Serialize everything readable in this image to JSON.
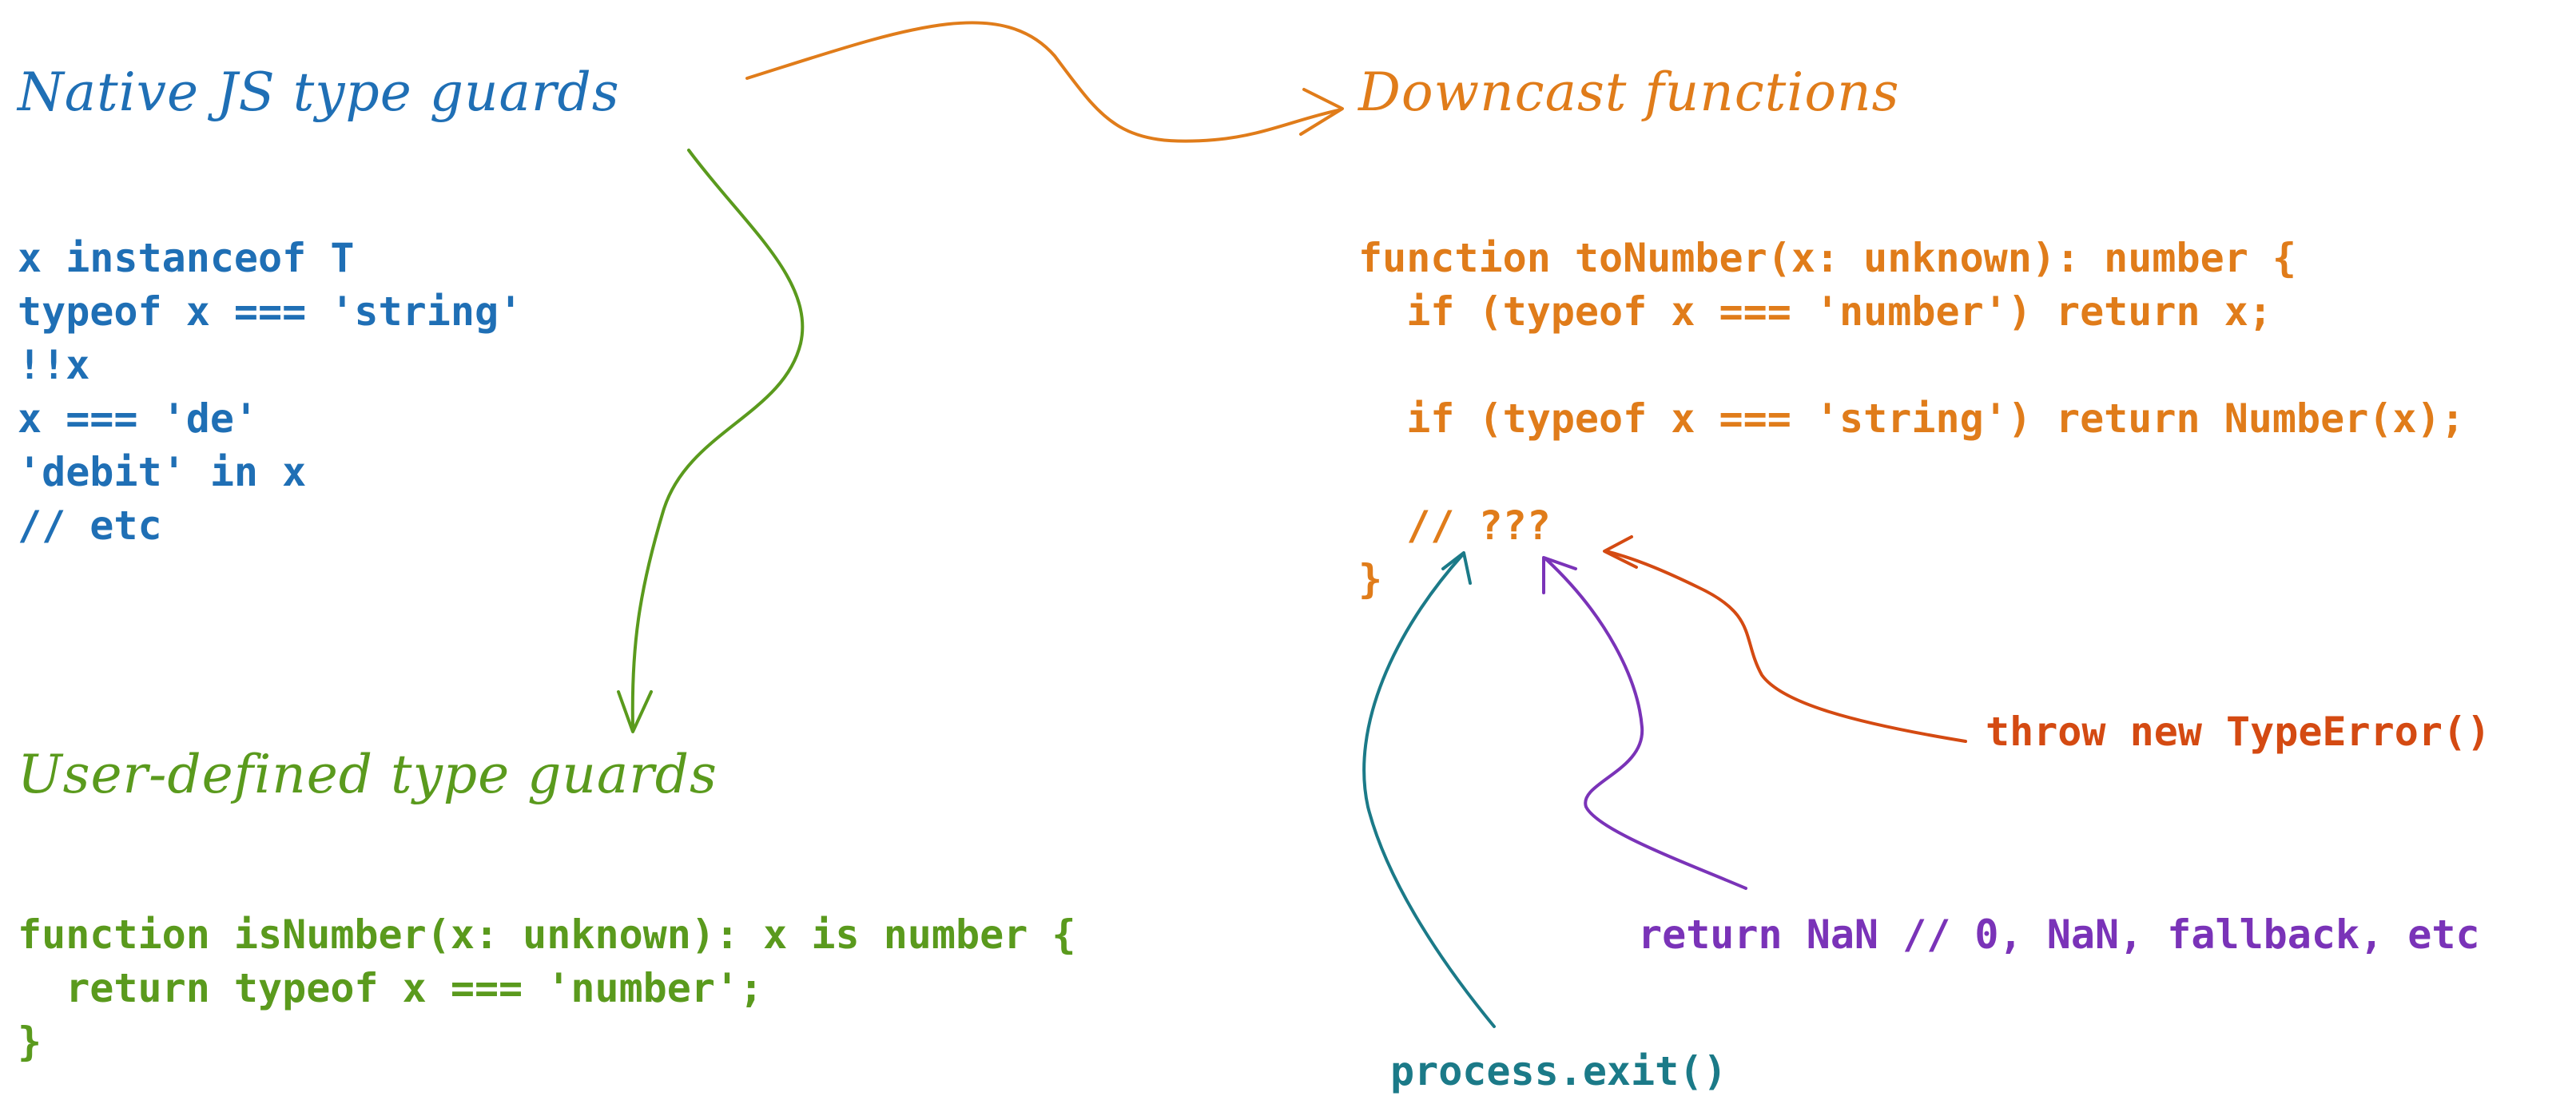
{
  "colors": {
    "native": "#1f6fb5",
    "user_defined": "#5a9a1d",
    "downcast": "#e07c1a",
    "throw": "#d44a12",
    "nan": "#7a33b8",
    "exit": "#1b7a88"
  },
  "native_guards": {
    "title": "Native JS type guards",
    "lines": [
      "x instanceof T",
      "typeof x === 'string'",
      "!!x",
      "x === 'de'",
      "'debit' in x",
      "// etc"
    ]
  },
  "user_defined_guards": {
    "title": "User-defined type guards",
    "lines": [
      "function isNumber(x: unknown): x is number {",
      "  return typeof x === 'number';",
      "}"
    ]
  },
  "downcast_functions": {
    "title": "Downcast functions",
    "lines": [
      "function toNumber(x: unknown): number {",
      "  if (typeof x === 'number') return x;",
      "",
      "  if (typeof x === 'string') return Number(x);",
      "",
      "  // ???",
      "}"
    ]
  },
  "options": {
    "throw": "throw new TypeError()",
    "return_nan": "return NaN // 0, NaN, fallback, etc",
    "exit": "process.exit()"
  }
}
